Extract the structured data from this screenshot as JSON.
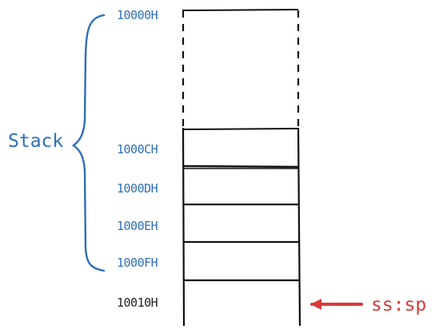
{
  "diagram": {
    "stack_label": "Stack",
    "pointer_label": "ss:sp",
    "addresses": [
      {
        "label": "10000H",
        "group": "stack"
      },
      {
        "label": "1000CH",
        "group": "stack"
      },
      {
        "label": "1000DH",
        "group": "stack"
      },
      {
        "label": "1000EH",
        "group": "stack"
      },
      {
        "label": "1000FH",
        "group": "stack"
      },
      {
        "label": "10010H",
        "group": "outside"
      }
    ],
    "colors": {
      "brace": "#2f6fb8",
      "stack_text": "#2f6fb8",
      "address_text": "#222222",
      "pointer": "#d93a3a",
      "lines": "#111111"
    },
    "icons": [
      "curly-brace-icon",
      "left-arrow-icon"
    ]
  }
}
